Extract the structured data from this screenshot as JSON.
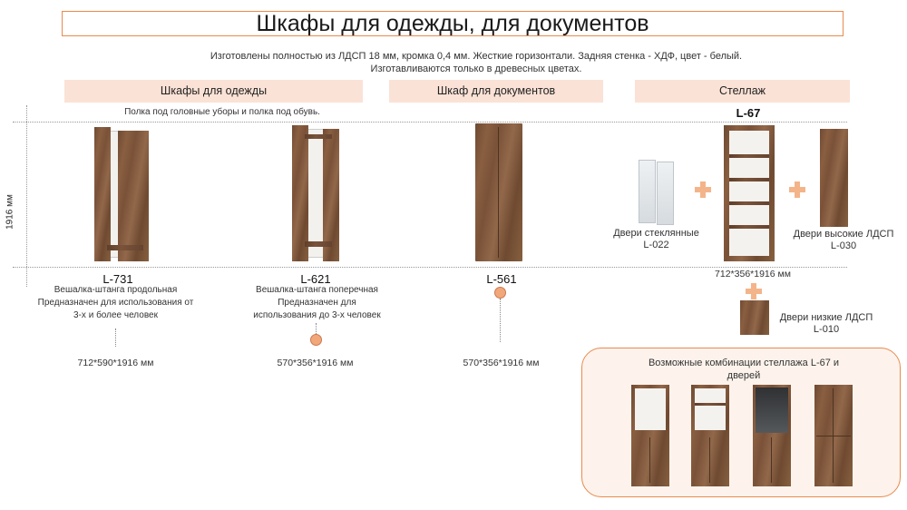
{
  "header": {
    "title": "Шкафы для одежды, для документов",
    "line1": "Изготовлены полностью из ЛДСП 18 мм, кромка 0,4 мм. Жесткие горизонтали. Задняя стенка - ХДФ, цвет - белый.",
    "line2": "Изготавливаются только в древесных цветах."
  },
  "sections": {
    "clothes": "Шкафы для одежды",
    "documents": "Шкаф для документов",
    "rack": "Стеллаж"
  },
  "note_shelf": "Полка под головные уборы и полка под обувь.",
  "height_label": "1916 мм",
  "products": {
    "l731": {
      "code": "L-731",
      "desc1": "Вешалка-штанга продольная",
      "desc2": "Предназначен для использования от",
      "desc3": "3-х и более человек",
      "size": "712*590*1916 мм"
    },
    "l621": {
      "code": "L-621",
      "desc1": "Вешалка-штанга поперечная",
      "desc2": "Предназначен для",
      "desc3": "использования до 3-х человек",
      "size": "570*356*1916 мм"
    },
    "l561": {
      "code": "L-561",
      "size": "570*356*1916 мм"
    },
    "l67": {
      "code": "L-67",
      "size": "712*356*1916 мм"
    },
    "l022": {
      "label": "Двери стеклянные",
      "code": "L-022"
    },
    "l030": {
      "label": "Двери высокие ЛДСП",
      "code": "L-030"
    },
    "l010": {
      "label": "Двери низкие ЛДСП",
      "code": "L-010"
    }
  },
  "combos": {
    "title1": "Возможные комбинации стеллажа L-67 и",
    "title2": "дверей"
  }
}
